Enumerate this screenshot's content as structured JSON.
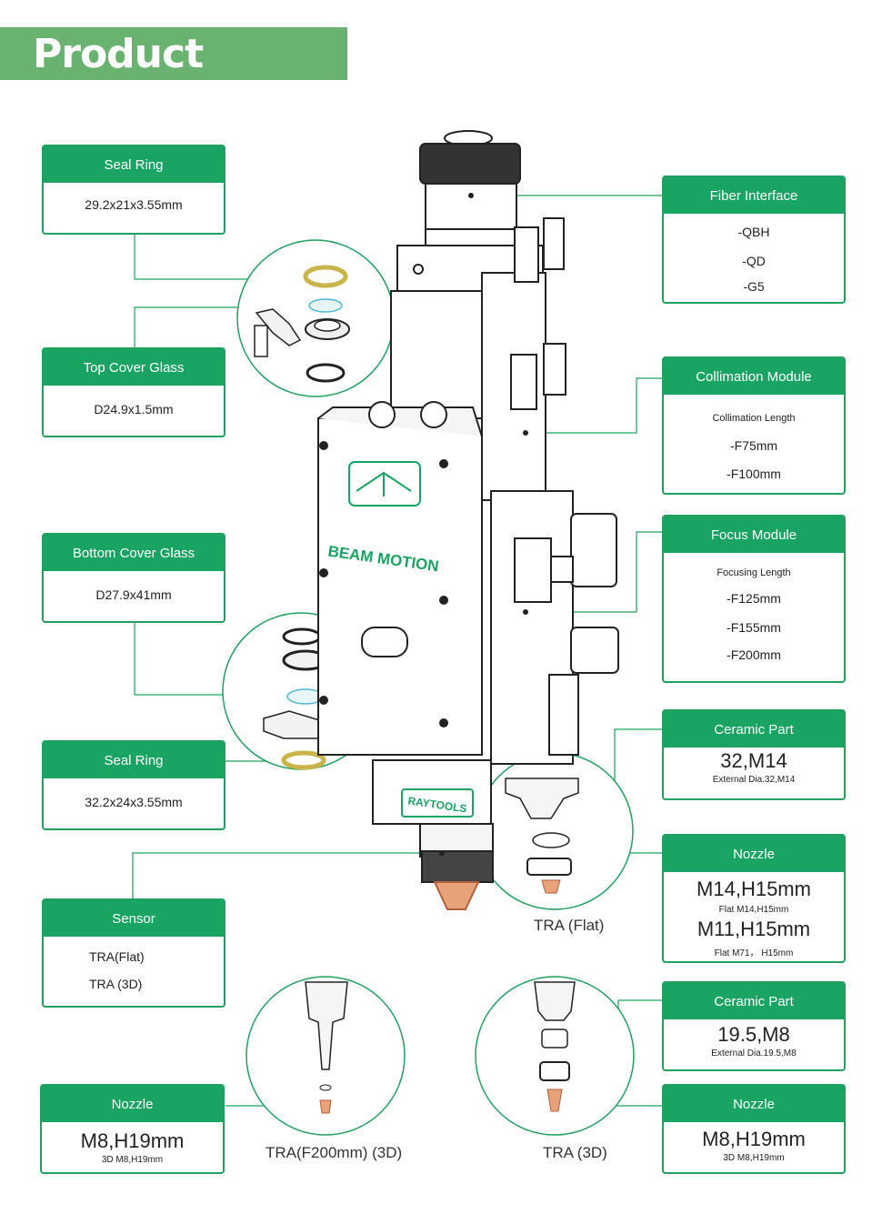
{
  "title": "Product Details",
  "left": {
    "seal_ring_top": {
      "header": "Seal Ring",
      "value": "29.2x21x3.55mm"
    },
    "top_cover_glass": {
      "header": "Top Cover Glass",
      "value": "D24.9x1.5mm"
    },
    "bottom_cover_glass": {
      "header": "Bottom Cover Glass",
      "value": "D27.9x41mm"
    },
    "seal_ring_bottom": {
      "header": "Seal Ring",
      "value": "32.2x24x3.55mm"
    },
    "sensor": {
      "header": "Sensor",
      "items": [
        "TRA(Flat)",
        "TRA (3D)"
      ]
    },
    "nozzle": {
      "header": "Nozzle",
      "value": "M8,H19mm",
      "sub": "3D M8,H19mm"
    }
  },
  "right": {
    "fiber_interface": {
      "header": "Fiber Interface",
      "items": [
        "-QBH",
        "-QD",
        "-G5"
      ]
    },
    "collimation": {
      "header": "Collimation Module",
      "label": "Collimation Length",
      "items": [
        "-F75mm",
        "-F100mm"
      ]
    },
    "focus": {
      "header": "Focus Module",
      "label": "Focusing Length",
      "items": [
        "-F125mm",
        "-F155mm",
        "-F200mm"
      ]
    },
    "ceramic_1": {
      "header": "Ceramic Part",
      "value": "32,M14",
      "sub": "External Dia.32,M14"
    },
    "nozzle_1": {
      "header": "Nozzle",
      "value1": "M14,H15mm",
      "sub1": "Flat M14,H15mm",
      "value2": "M11,H15mm",
      "sub2": "Flat M71， H15mm"
    },
    "ceramic_2": {
      "header": "Ceramic Part",
      "value": "19.5,M8",
      "sub": "External Dia.19.5,M8"
    },
    "nozzle_2": {
      "header": "Nozzle",
      "value": "M8,H19mm",
      "sub": "3D M8,H19mm"
    }
  },
  "product": {
    "brand_label": "BEAM MOTION",
    "raytools_label": "RAYTOOLS"
  },
  "captions": {
    "tra_flat": "TRA (Flat)",
    "tra_f200": "TRA(F200mm) (3D)",
    "tra_3d": "TRA (3D)"
  },
  "colors": {
    "accent": "#1aa463",
    "title_bg": "#6ab270",
    "line": "#22a060"
  }
}
